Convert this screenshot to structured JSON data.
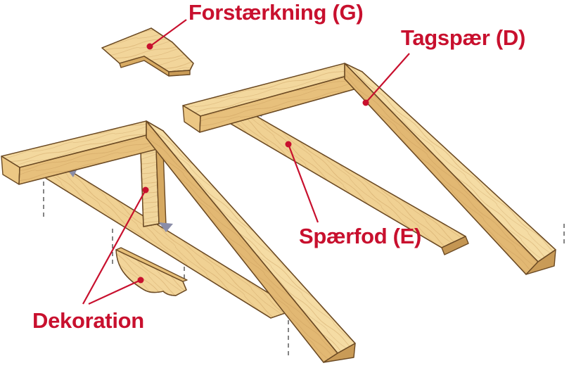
{
  "colors": {
    "label": "#c8102e",
    "wood_light": "#f4dba0",
    "wood_mid": "#e6bf78",
    "wood_dark": "#c49653",
    "outline": "#6b4a24",
    "shadow": "#8a8da8"
  },
  "labels": {
    "reinforcement": "Forstærkning (G)",
    "rafter": "Tagspær (D)",
    "rafter_foot": "Spærfod (E)",
    "decoration": "Dekoration"
  }
}
